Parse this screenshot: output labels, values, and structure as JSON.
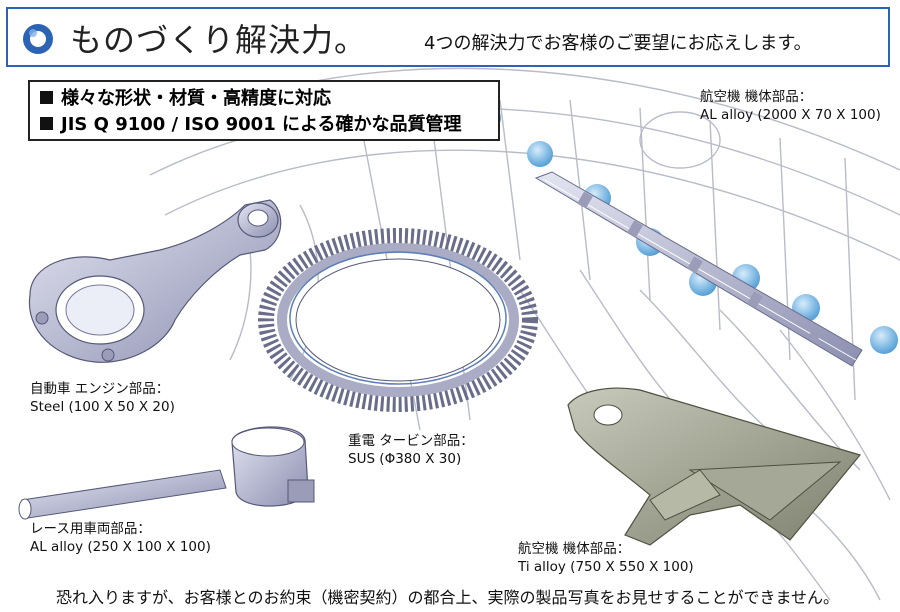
{
  "header": {
    "title": "ものづくり解決力。",
    "subtitle": "4つの解決力でお客様のご要望にお応えします。",
    "logo_icon": "ring-logo-icon",
    "accent_color": "#2c63b5"
  },
  "features": [
    "様々な形状・材質・高精度に対応",
    "JIS Q 9100 / ISO 9001 による確かな品質管理"
  ],
  "parts": [
    {
      "name": "航空機 機体部品：",
      "spec": "AL alloy (2000 X 70 X 100)"
    },
    {
      "name": "自動車 エンジン部品：",
      "spec": "Steel (100 X 50 X 20)"
    },
    {
      "name": "重電 タービン部品：",
      "spec": "SUS (Φ380 X 30)"
    },
    {
      "name": "レース用車両部品：",
      "spec": "AL alloy (250 X 100 X 100)"
    },
    {
      "name": "航空機 機体部品：",
      "spec": "Ti alloy (750 X 550 X 100)"
    }
  ],
  "footer": "恐れ入りますが、お客様とのお約束（機密契約）の都合上、実際の製品写真をお見せすることができません。"
}
